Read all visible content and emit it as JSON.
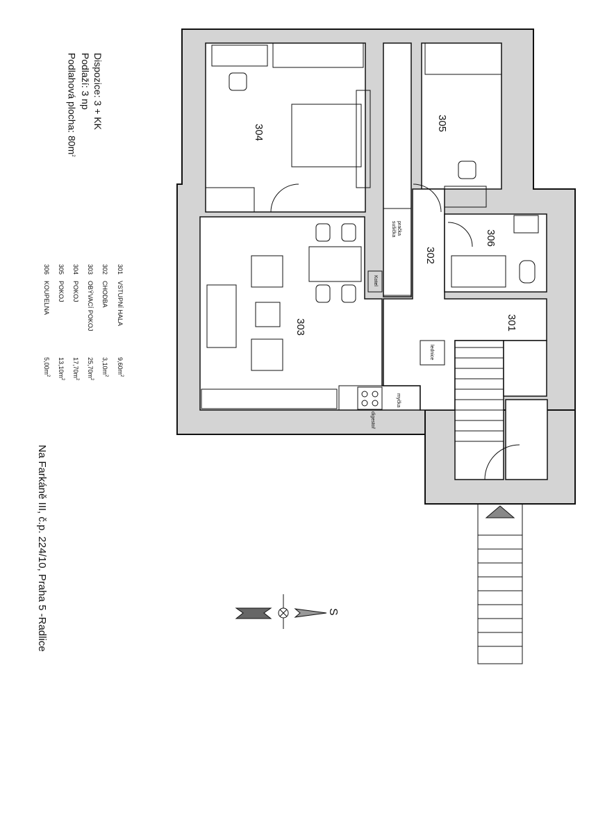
{
  "info": {
    "layout": "Dispozice: 3 + KK",
    "floor": "Podlaží: 3 np",
    "area_label": "Podlahová plocha: 80m",
    "area_sup": "2"
  },
  "legend": [
    {
      "num": "301",
      "name": "VSTUPNÍ HALA",
      "area": "9,60m",
      "sup": "2"
    },
    {
      "num": "302",
      "name": "CHODBA",
      "area": "3,10m",
      "sup": "2"
    },
    {
      "num": "303",
      "name": "OBÝVACÍ POKOJ",
      "area": "25,70m",
      "sup": "2"
    },
    {
      "num": "304",
      "name": "POKOJ",
      "area": "17,70m",
      "sup": "2"
    },
    {
      "num": "305",
      "name": "POKOJ",
      "area": "13,10m",
      "sup": "2"
    },
    {
      "num": "306",
      "name": "KOUPELNA",
      "area": "5,00m",
      "sup": "2"
    }
  ],
  "rooms": {
    "r301": "301",
    "r302": "302",
    "r303": "303",
    "r304": "304",
    "r305": "305",
    "r306": "306"
  },
  "fixtures": {
    "washer": "pračka",
    "dryer": "sušička",
    "boiler": "Kotel",
    "fridge": "lednice",
    "dishwasher": "myčka",
    "hood": "digestoř"
  },
  "address": "Na Farkáně III, č.p. 224/10, Praha 5 -Radlice",
  "compass": {
    "label": "S"
  },
  "colors": {
    "wall": "#d4d4d4",
    "line": "#111111"
  }
}
